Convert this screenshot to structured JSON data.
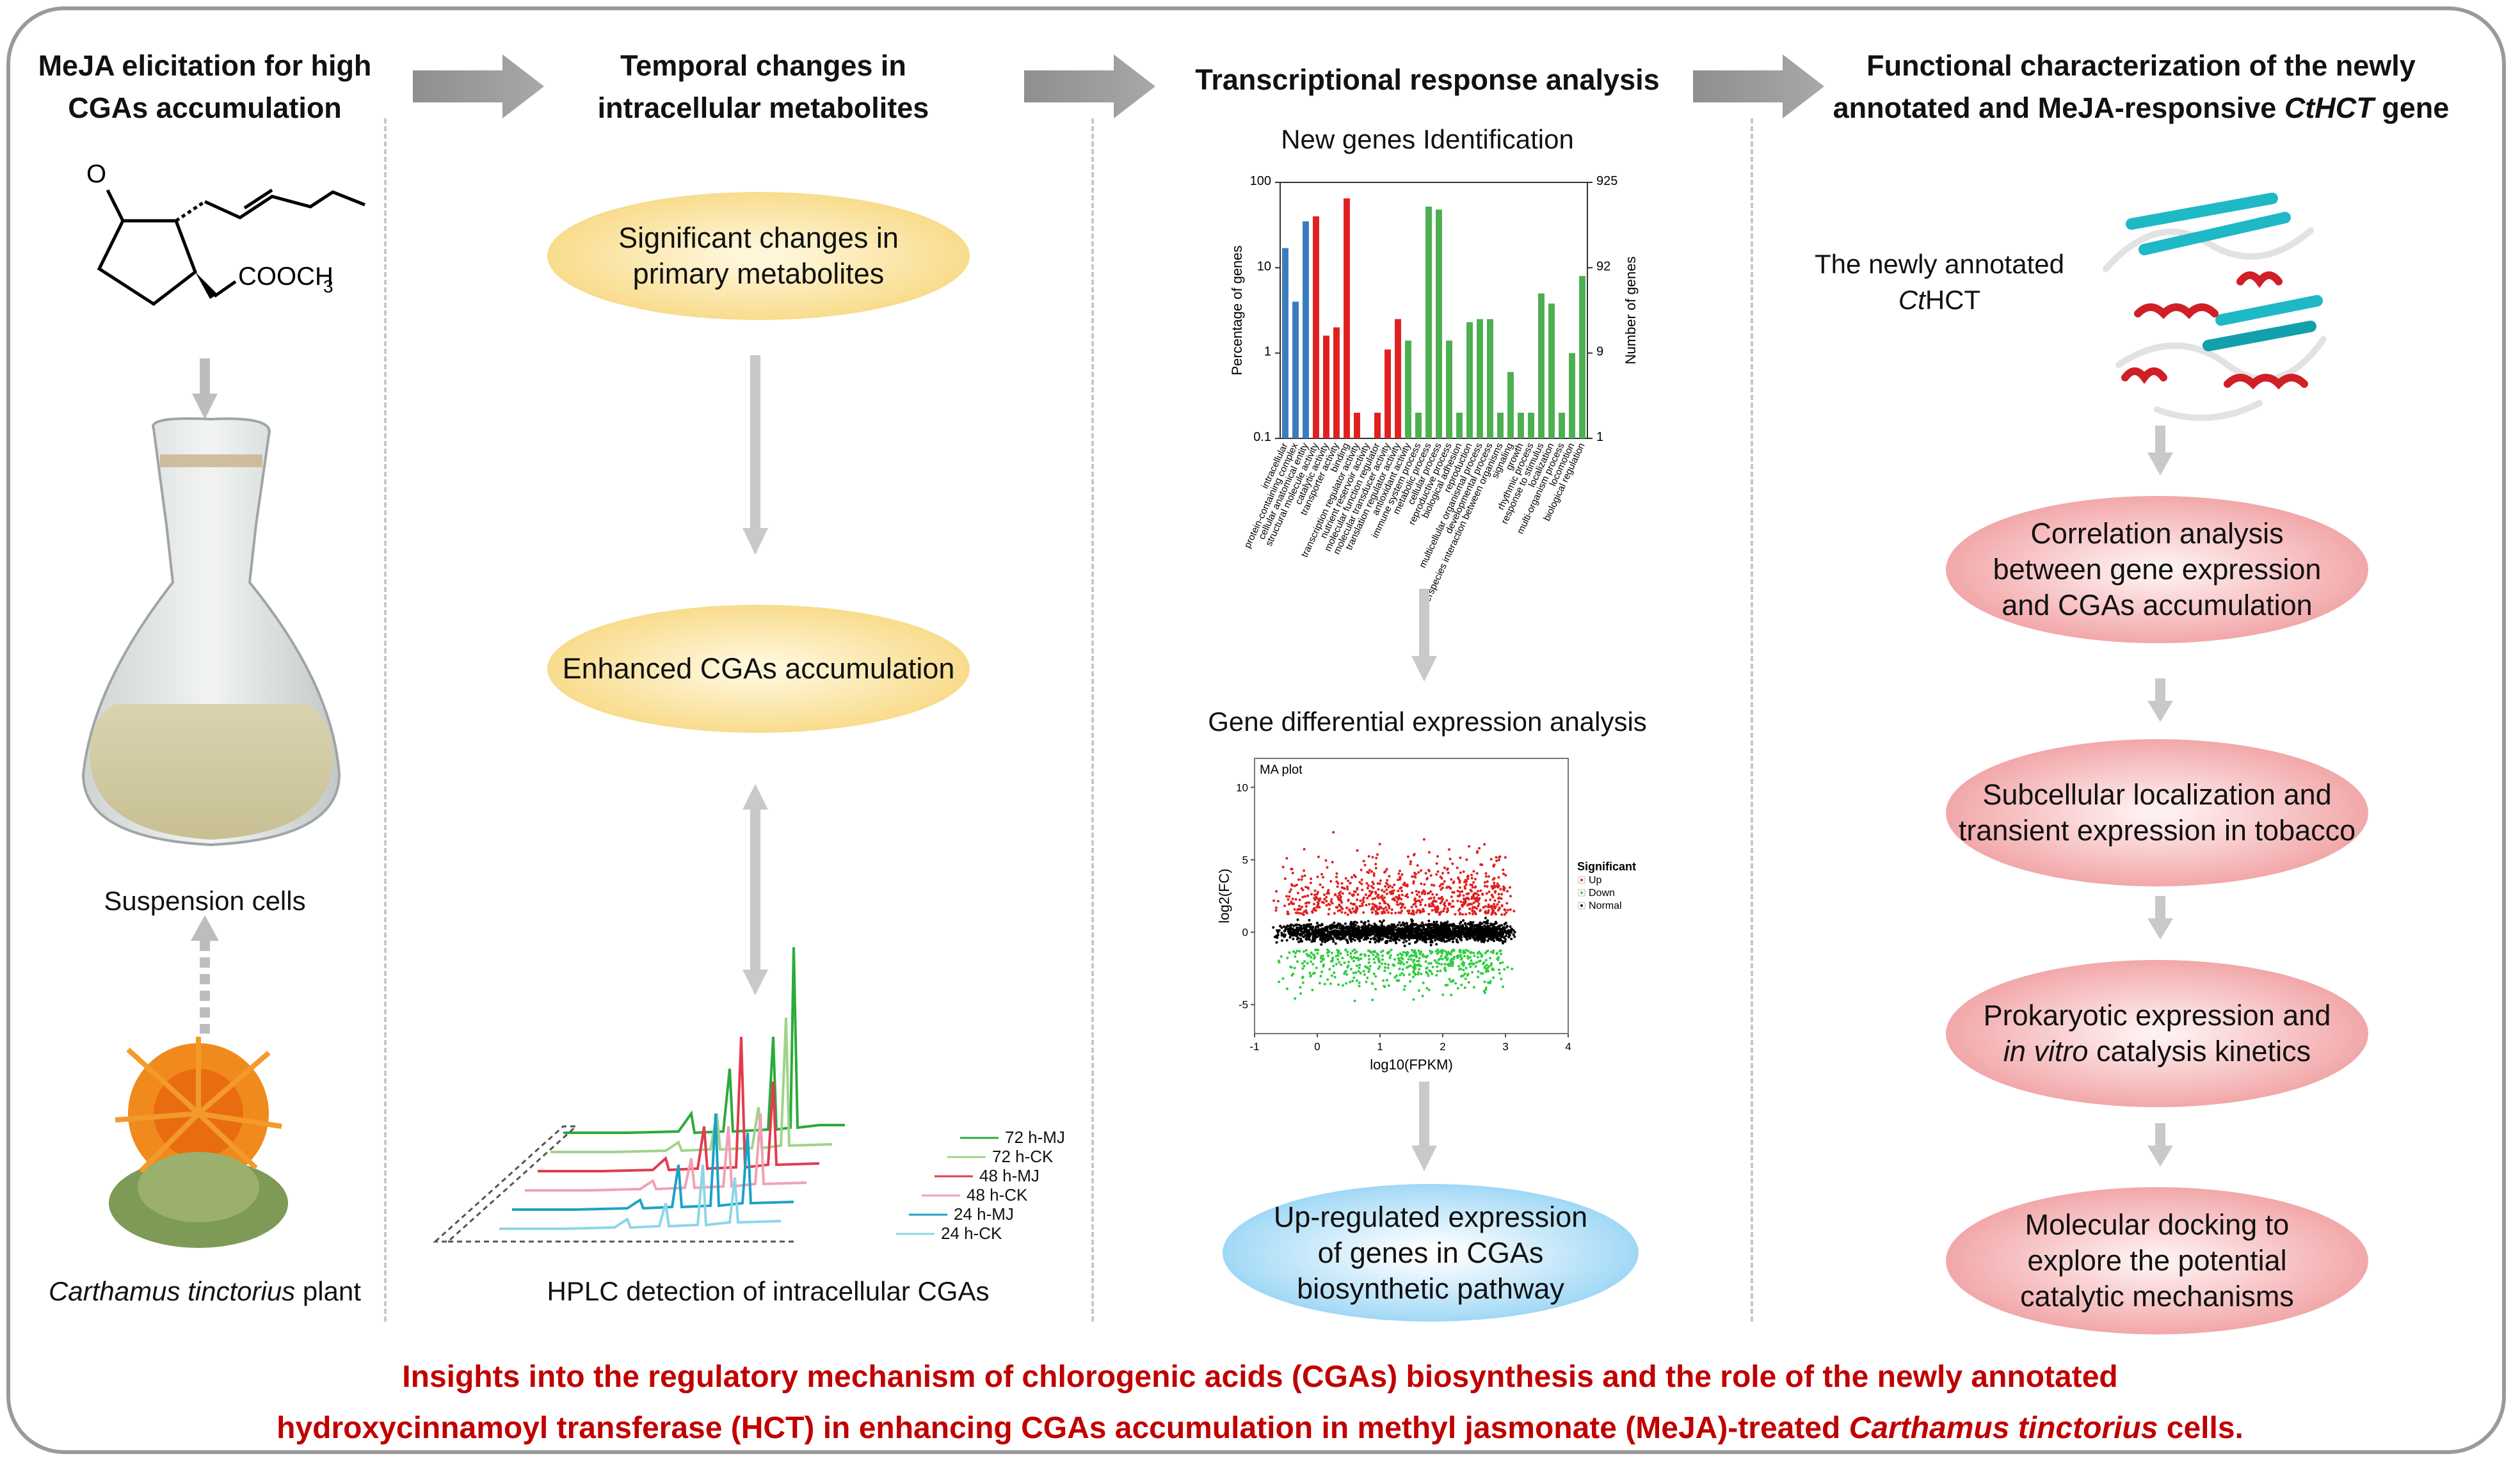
{
  "panels": {
    "p1": {
      "title_line1": "MeJA elicitation for high",
      "title_line2": "CGAs accumulation",
      "structure_text_o": "O",
      "structure_text_ester": "COOCH",
      "structure_text_sub": "3",
      "suspension_label": "Suspension cells",
      "plant_label_italic": "Carthamus tinctorius",
      "plant_label_rest": " plant"
    },
    "p2": {
      "title_line1": "Temporal changes in",
      "title_line2": "intracellular metabolites",
      "ellipse1_line1": "Significant changes in",
      "ellipse1_line2": "primary metabolites",
      "ellipse2": "Enhanced CGAs accumulation",
      "hplc_label": "HPLC detection of intracellular CGAs",
      "hplc_traces": [
        "72 h-MJ",
        "72 h-CK",
        "48 h-MJ",
        "48 h-CK",
        "24 h-MJ",
        "24 h-CK"
      ]
    },
    "p3": {
      "title": "Transcriptional response analysis",
      "newgenes_title": "New genes Identification",
      "gene_diff_title": "Gene differential expression analysis",
      "ellipse_line1": "Up-regulated expression",
      "ellipse_line2": "of genes in CGAs",
      "ellipse_line3": "biosynthetic pathway"
    },
    "p4": {
      "title_line1": "Functional characterization of the newly",
      "title_line2_pre": "annotated and MeJA-responsive ",
      "title_line2_italic": "CtHCT",
      "title_line2_post": " gene",
      "protein_label_line1": "The newly annotated",
      "protein_label_italic": "Ct",
      "protein_label_rest": "HCT",
      "steps": [
        {
          "l1": "Correlation analysis",
          "l2": "between gene expression",
          "l3": "and CGAs accumulation"
        },
        {
          "l1": "Subcellular localization and",
          "l2": "transient expression in tobacco"
        },
        {
          "l1": "Prokaryotic expression and",
          "l2_italic": "in vitro",
          "l2_rest": " catalysis kinetics"
        },
        {
          "l1": "Molecular docking to",
          "l2": "explore the potential",
          "l3": "catalytic mechanisms"
        }
      ]
    }
  },
  "footer": {
    "line1": "Insights into the regulatory mechanism of chlorogenic acids (CGAs) biosynthesis and the role of the newly annotated",
    "line2_pre": "hydroxycinnamoyl transferase (HCT) in enhancing CGAs accumulation in methyl jasmonate (MeJA)-treated ",
    "line2_italic": "Carthamus tinctorius",
    "line2_post": " cells."
  },
  "chart_data": [
    {
      "type": "bar",
      "title": "",
      "ylabel": "Percentage of genes",
      "ylabel_right": "Number of genes",
      "yscale": "log",
      "ylim": [
        0.1,
        100
      ],
      "yticks": [
        "0.1",
        "1",
        "10",
        "100"
      ],
      "yticks_right": [
        "1",
        "9",
        "92",
        "925"
      ],
      "categories": [
        "intracellular",
        "protein-containing complex",
        "cellular anatomical entity",
        "structural molecule activity",
        "catalytic activity",
        "transporter activity",
        "binding",
        "transcription regulator activity",
        "nutrient reservoir activity",
        "molecular function regulator",
        "molecular transducer activity",
        "translation regulator activity",
        "antioxidant activity",
        "immune system process",
        "metabolic process",
        "cellular process",
        "reproductive process",
        "biological adhesion",
        "reproduction",
        "multicellular organismal process",
        "developmental process",
        "interspecies interaction between organisms",
        "signaling",
        "growth",
        "rhythmic process",
        "response to stimulus",
        "localization",
        "multi-organism process",
        "locomotion",
        "biological regulation"
      ],
      "series": [
        {
          "color": "#3b7cc0",
          "values": [
            17,
            4,
            35,
            0,
            0,
            0,
            0,
            0,
            0,
            0,
            0,
            0,
            0,
            0,
            0,
            0,
            0,
            0,
            0,
            0,
            0,
            0,
            0,
            0,
            0,
            0,
            0,
            0,
            0,
            0
          ]
        },
        {
          "color": "#e02020",
          "values": [
            0,
            0,
            0,
            40,
            1.6,
            2,
            65,
            0.2,
            0,
            0.2,
            1.1,
            2.5,
            0,
            0,
            0,
            0,
            0,
            0,
            0,
            0,
            0,
            0,
            0,
            0,
            0,
            0,
            0,
            0,
            0,
            0
          ]
        },
        {
          "color": "#4caf50",
          "values": [
            0,
            0,
            0,
            0,
            0,
            0,
            0,
            0,
            0,
            0,
            0,
            0,
            1.4,
            0.2,
            52,
            48,
            1.4,
            0.2,
            2.3,
            2.5,
            2.5,
            0.2,
            0.6,
            0.2,
            0.2,
            5,
            3.8,
            0.2,
            1,
            8
          ]
        }
      ]
    },
    {
      "type": "scatter",
      "title": "MA plot",
      "xlabel": "log10(FPKM)",
      "ylabel": "log2(FC)",
      "xlim": [
        -1,
        4
      ],
      "ylim": [
        -7,
        12
      ],
      "xticks": [
        "-1",
        "0",
        "1",
        "2",
        "3",
        "4"
      ],
      "yticks": [
        "-5",
        "0",
        "5",
        "10"
      ],
      "legend_title": "Significant",
      "legend_position": "right",
      "series": [
        {
          "name": "Up",
          "color": "#e02020"
        },
        {
          "name": "Down",
          "color": "#2ecc40"
        },
        {
          "name": "Normal",
          "color": "#000000"
        }
      ]
    }
  ],
  "colors": {
    "footer_text": "#c00000",
    "arrow_gray": "#9a9a9a"
  }
}
